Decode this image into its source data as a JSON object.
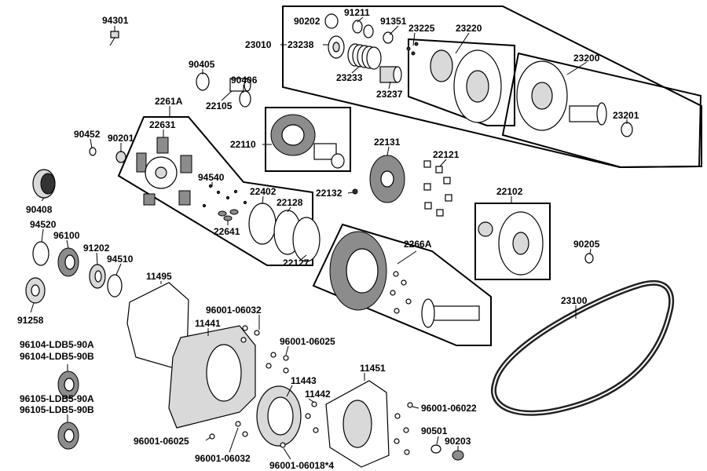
{
  "part_labels": {
    "p94301": "94301",
    "p90202": "90202",
    "p91211": "91211",
    "p91351": "91351",
    "p23225": "23225",
    "p23220": "23220",
    "p23010": "23010",
    "p23238": "23238",
    "p23233": "23233",
    "p23237": "23237",
    "p23200": "23200",
    "p23201": "23201",
    "p90405": "90405",
    "p90406": "90406",
    "p22105": "22105",
    "p2261A": "2261A",
    "p22631": "22631",
    "p90452": "90452",
    "p90201": "90201",
    "p22110": "22110",
    "p22131": "22131",
    "p22121": "22121",
    "p22132": "22132",
    "p94540": "94540",
    "p22402": "22402",
    "p22128": "22128",
    "p22641": "22641",
    "p22127": "22127",
    "p90408": "90408",
    "p94520": "94520",
    "p96100": "96100",
    "p91202": "91202",
    "p94510": "94510",
    "p91258": "91258",
    "p22102": "22102",
    "p2266A": "2266A",
    "p90205": "90205",
    "p11495": "11495",
    "p23100": "23100",
    "p96001_06032_top": "96001-06032",
    "p11441": "11441",
    "p96001_06025_right": "96001-06025",
    "p96104_A": "96104-LDB5-90A",
    "p96104_B": "96104-LDB5-90B",
    "p11443": "11443",
    "p11442": "11442",
    "p11451": "11451",
    "p96105_A": "96105-LDB5-90A",
    "p96105_B": "96105-LDB5-90B",
    "p96001_06022": "96001-06022",
    "p90501": "90501",
    "p90203": "90203",
    "p96001_06025_left": "96001-06025",
    "p96001_06032_bottom": "96001-06032",
    "p96001_06018": "96001-06018*4"
  }
}
